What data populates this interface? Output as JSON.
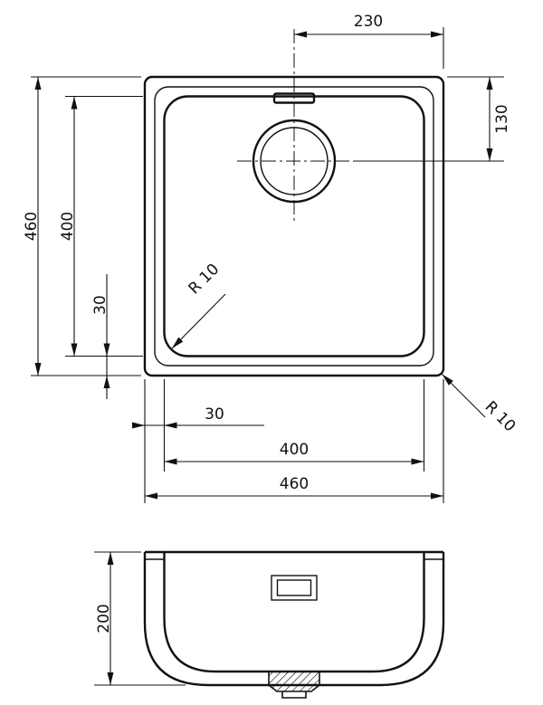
{
  "document": {
    "type": "technical-drawing"
  },
  "colors": {
    "line": "#111111",
    "background": "#ffffff"
  },
  "dims": {
    "drain_center_to_right": "230",
    "drain_center_to_top": "130",
    "outer_height": "460",
    "bowl_height": "400",
    "bowl_bottom_inset": "30",
    "bowl_left_inset": "30",
    "bowl_width": "400",
    "outer_width": "460",
    "bowl_corner_radius": "R 10",
    "outer_corner_radius": "R 10",
    "bowl_depth": "200"
  }
}
